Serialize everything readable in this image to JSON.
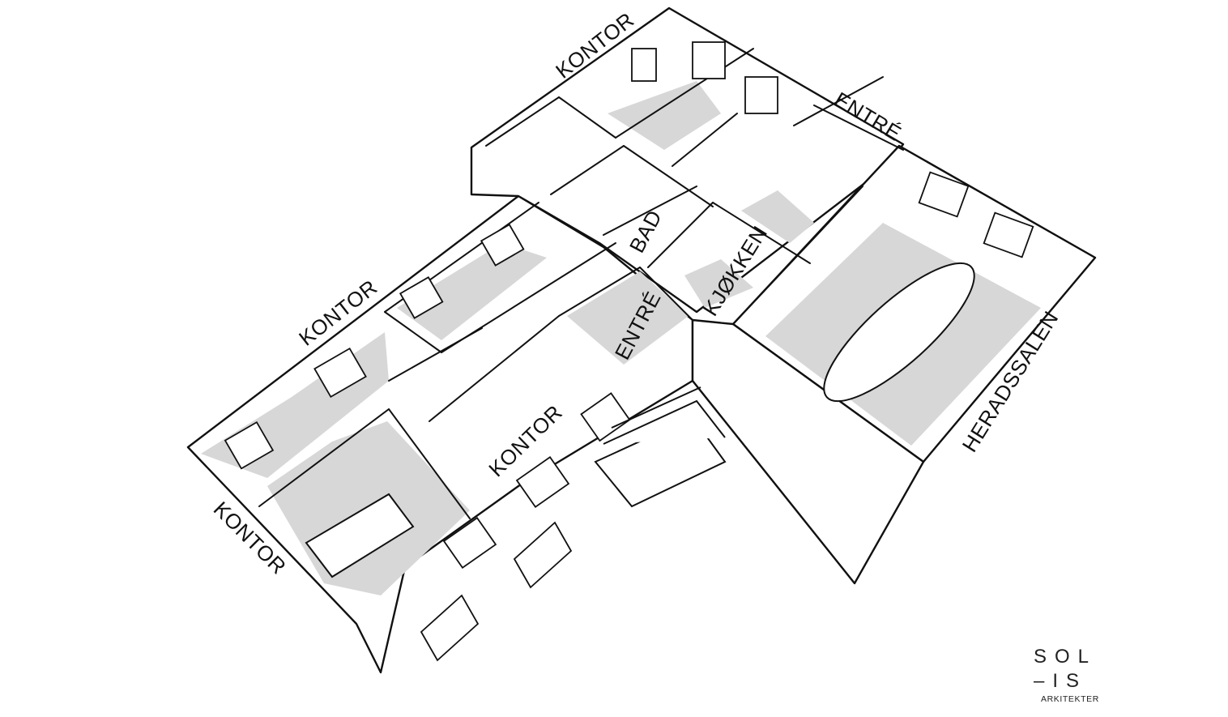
{
  "rooms": [
    {
      "id": "kontor-top",
      "label": "KONTOR"
    },
    {
      "id": "entre-top",
      "label": "ENTRÉ"
    },
    {
      "id": "kontor-mid",
      "label": "KONTOR"
    },
    {
      "id": "bad",
      "label": "BAD"
    },
    {
      "id": "kjokken",
      "label": "KJØKKEN"
    },
    {
      "id": "entre-mid",
      "label": "ENTRÉ"
    },
    {
      "id": "kontor-inner",
      "label": "KONTOR"
    },
    {
      "id": "kontor-left",
      "label": "KONTOR"
    },
    {
      "id": "heradssalen",
      "label": "HERADSSALEN"
    }
  ],
  "logo": {
    "line1": "SOL",
    "line2": "–IS",
    "subtitle": "ARKITEKTER"
  },
  "colors": {
    "ink": "#111111",
    "floor": "#d7d7d7",
    "wall": "#ffffff"
  }
}
